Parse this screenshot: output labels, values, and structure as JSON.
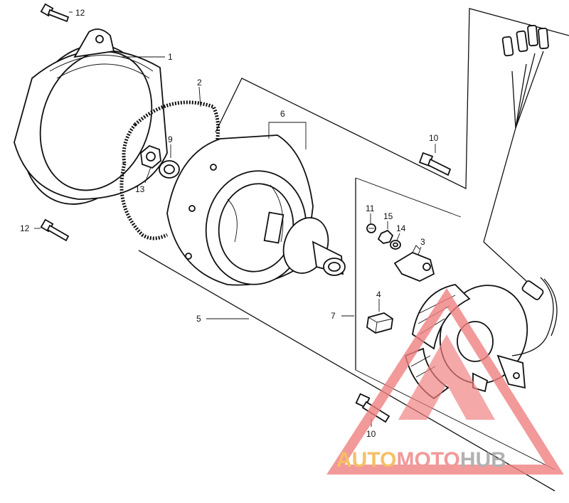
{
  "callouts": {
    "c12a": "12",
    "c1": "1",
    "c2": "2",
    "c9": "9",
    "c6": "6",
    "c13": "13",
    "c12b": "12",
    "c10a": "10",
    "c11": "11",
    "c15": "15",
    "c14": "14",
    "c3": "3",
    "c4": "4",
    "c7": "7",
    "c5": "5",
    "c10b": "10"
  },
  "watermark": {
    "part1": "AUTO",
    "part2": "MOTO",
    "part3": "HUB",
    "color1": "#f5b041",
    "color2": "#f08080",
    "color3": "#9e9e9e"
  }
}
